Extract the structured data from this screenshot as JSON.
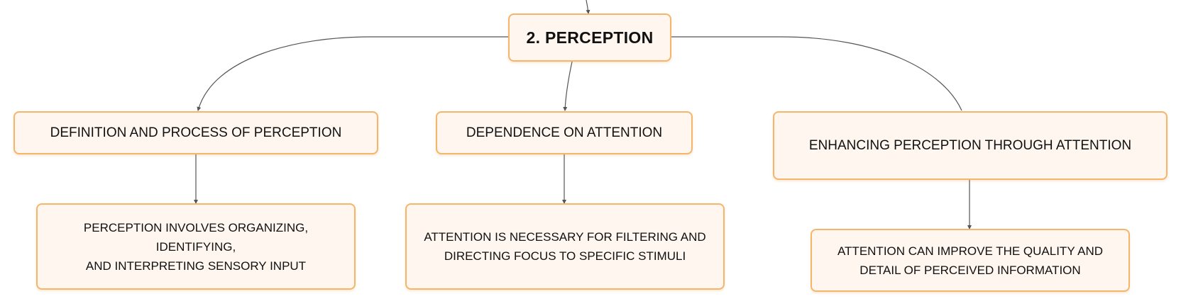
{
  "diagram": {
    "root": {
      "label": "2. PERCEPTION"
    },
    "branches": [
      {
        "label": "DEFINITION AND PROCESS OF PERCEPTION",
        "detail": {
          "line1": "PERCEPTION INVOLVES ORGANIZING, IDENTIFYING,",
          "line2": "AND INTERPRETING SENSORY INPUT"
        }
      },
      {
        "label": "DEPENDENCE ON ATTENTION",
        "detail": {
          "line1": "ATTENTION IS NECESSARY FOR FILTERING AND",
          "line2": "DIRECTING FOCUS TO SPECIFIC STIMULI"
        }
      },
      {
        "label": "ENHANCING PERCEPTION THROUGH ATTENTION",
        "detail": {
          "line1": "ATTENTION CAN IMPROVE THE QUALITY AND",
          "line2": "DETAIL OF PERCEIVED INFORMATION"
        }
      }
    ],
    "colors": {
      "node_fill": "#fef6ef",
      "node_border": "#f5b56a",
      "connector": "#555555",
      "text": "#111111"
    }
  }
}
